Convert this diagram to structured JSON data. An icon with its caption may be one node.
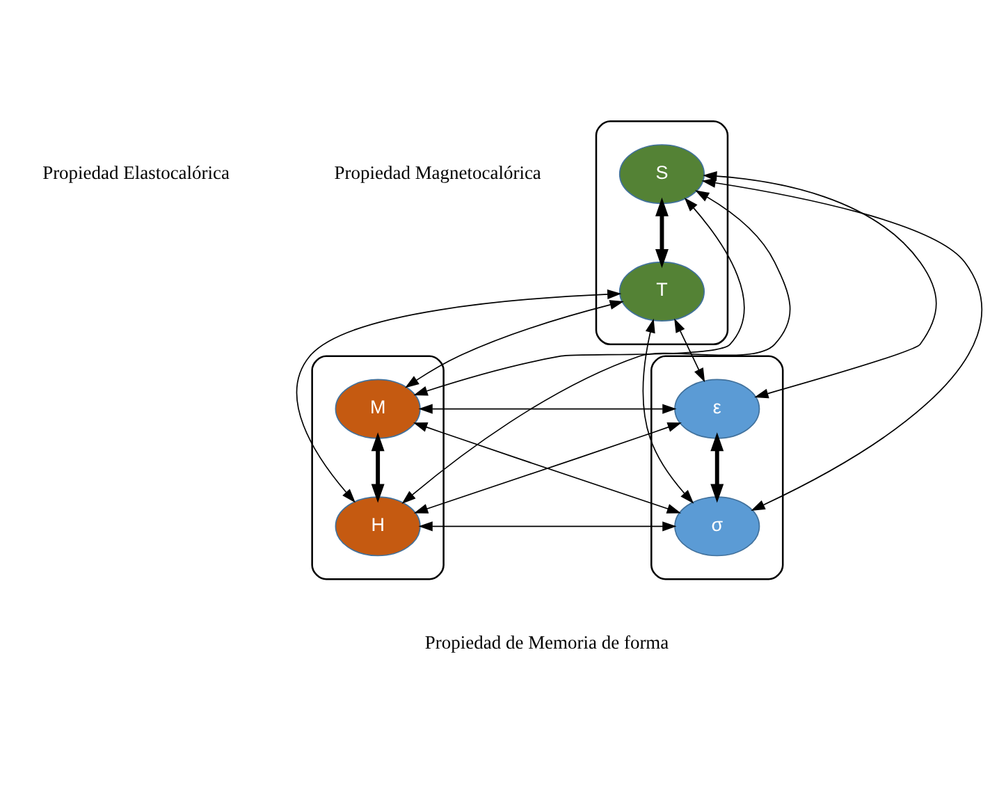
{
  "diagram": {
    "nodes": [
      {
        "text": [],
        "shape": "ellipse"
      },
      {
        "text": [
          "S"
        ],
        "in": 0
      },
      {
        "text": [
          "T"
        ],
        "in": 0
      },
      {
        "text": [],
        "shape": "ellipse"
      },
      {
        "text": [
          "ε"
        ],
        "in": 3
      },
      {
        "text": [
          "σ"
        ],
        "in": 3
      },
      {
        "text": [],
        "shape": "ellipse"
      },
      {
        "text": [
          "M"
        ],
        "in": 6
      },
      {
        "text": [
          "H"
        ],
        "in": 6
      }
    ],
    "edges": [
      {
        "from": 1,
        "to": 2,
        "arrow": "both",
        "style": "thick"
      },
      {
        "from": 4,
        "to": 5,
        "arrow": "both",
        "style": "thick"
      },
      {
        "from": 7,
        "to": 8,
        "arrow": "both",
        "style": "thick"
      },
      {
        "from": 1,
        "to": 5,
        "arrow": "both"
      },
      {
        "from": 1,
        "to": 4,
        "arrow": "both"
      },
      {
        "from": 2,
        "to": 5,
        "arrow": "both"
      },
      {
        "from": 2,
        "to": 4,
        "arrow": "both"
      },
      {
        "from": 1,
        "to": 7,
        "arrow": "both"
      },
      {
        "from": 1,
        "to": 8,
        "arrow": "both"
      },
      {
        "from": 2,
        "to": 7,
        "arrow": "both"
      },
      {
        "from": 2,
        "to": 8,
        "arrow": "both"
      },
      {
        "from": 4,
        "to": 7,
        "arrow": "both"
      },
      {
        "from": 4,
        "to": 8,
        "arrow": "both"
      },
      {
        "from": 5,
        "to": 7,
        "arrow": "both"
      },
      {
        "from": 5,
        "to": 8,
        "arrow": "both"
      }
    ],
    "labels": [
      "Propiedad Elastocalórica",
      "Propiedad Magnetocalórica",
      "Propiedad de Memoria de forma"
    ]
  }
}
